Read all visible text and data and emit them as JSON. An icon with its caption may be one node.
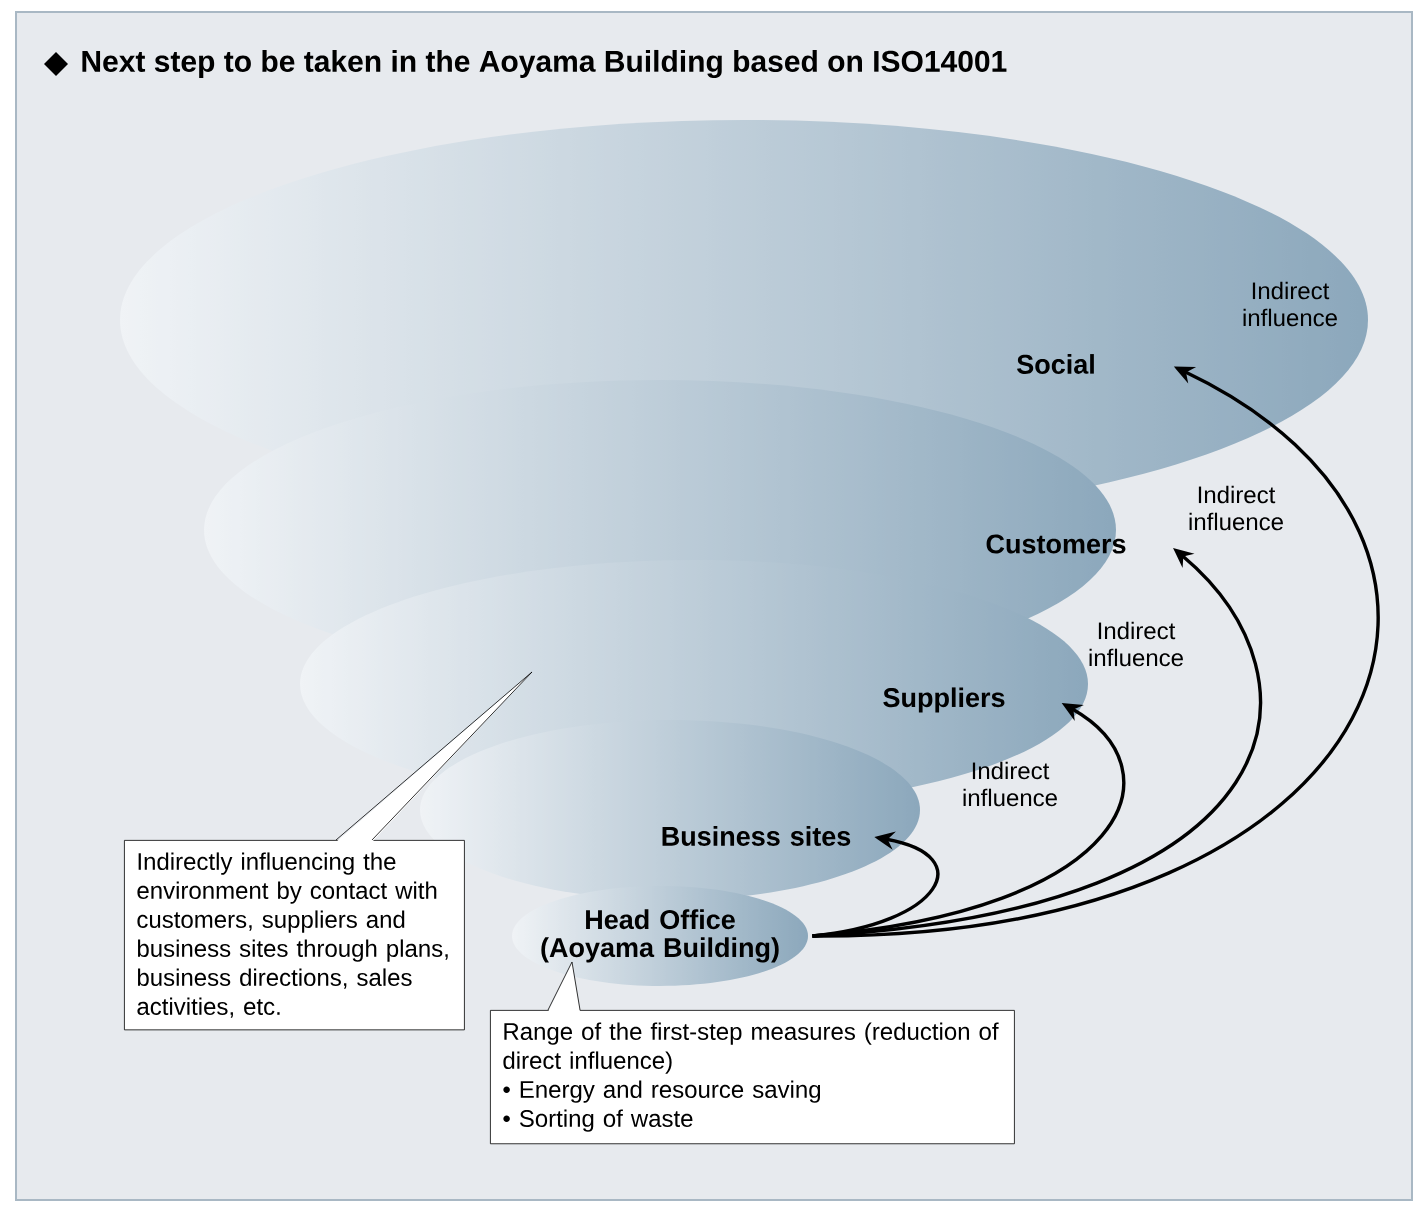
{
  "diagram": {
    "title": "Next step to be taken in the Aoyama Building based on ISO14001",
    "nodes": [
      {
        "text": [
          "Social"
        ]
      },
      {
        "text": [
          "Customers"
        ]
      },
      {
        "text": [
          "Suppliers"
        ]
      },
      {
        "text": [
          "Business sites"
        ]
      },
      {
        "text": [
          "Head Office (Aoyama Building)"
        ]
      },
      {
        "text": [
          "Indirectly influencing the environment by contact with customers, suppliers and business sites through plans, business directions, sales activities, etc."
        ]
      },
      {
        "text": [
          "Range of the first-step measures (reduction of direct influence)",
          "• Energy and resource saving",
          "• Sorting of waste"
        ]
      }
    ],
    "edges": [
      {
        "from": 4,
        "to": 0,
        "arrow": "to",
        "label": "Indirect influence"
      },
      {
        "from": 4,
        "to": 1,
        "arrow": "to",
        "label": "Indirect influence"
      },
      {
        "from": 4,
        "to": 2,
        "arrow": "to",
        "label": "Indirect influence"
      },
      {
        "from": 4,
        "to": 3,
        "arrow": "to",
        "label": "Indirect influence"
      }
    ]
  }
}
